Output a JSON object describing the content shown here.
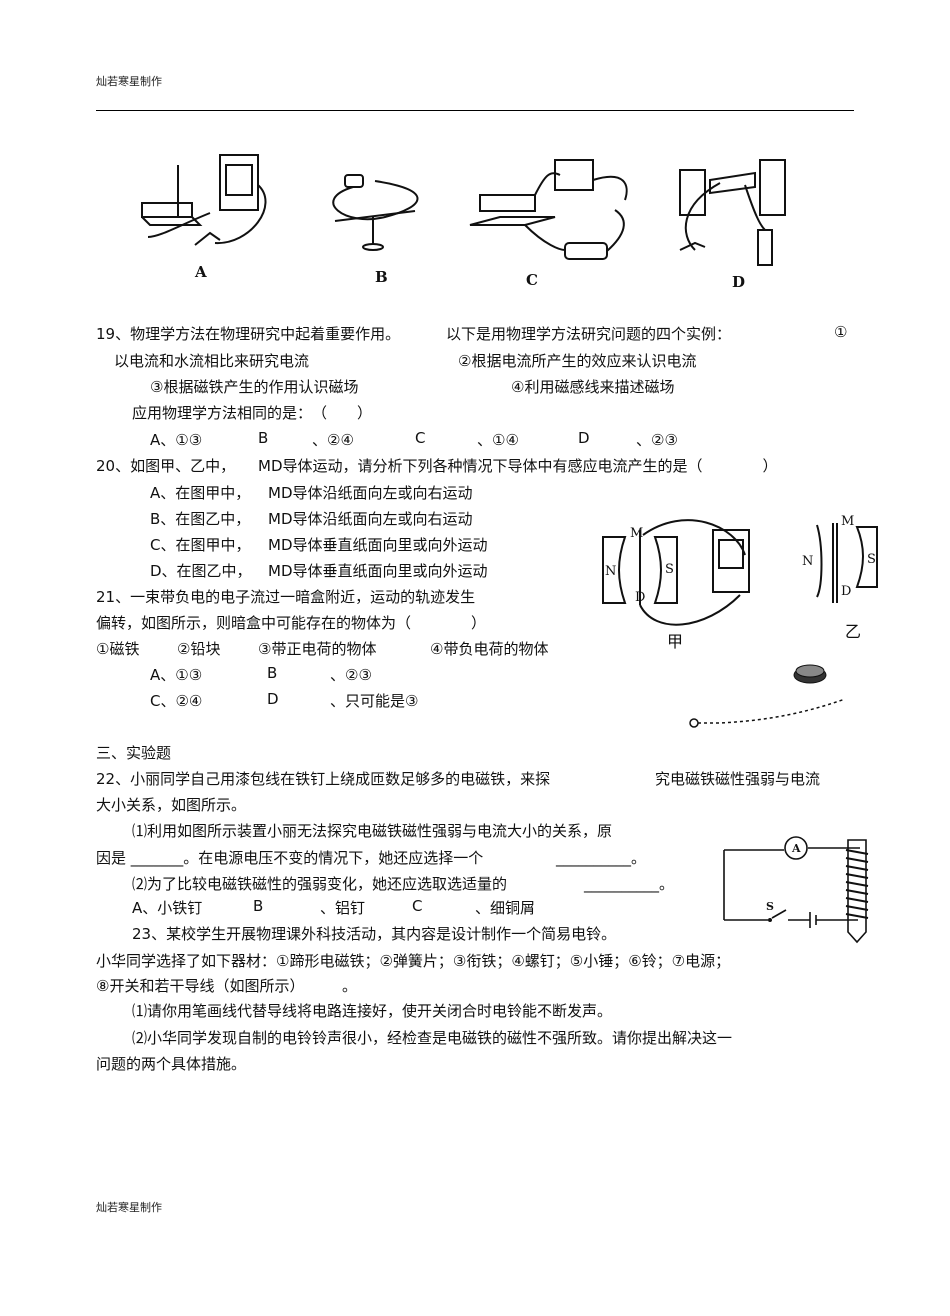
{
  "header": {
    "text": "灿若寒星制作"
  },
  "footer": {
    "text": "灿若寒星制作"
  },
  "figure_top": {
    "labels": [
      "A",
      "B",
      "C",
      "D"
    ]
  },
  "q19": {
    "stem": "19、物理学方法在物理研究中起着重要作用。",
    "stem2": "以下是用物理学方法研究问题的四个实例：",
    "mark1": "①",
    "item1": "以电流和水流相比来研究电流",
    "item2": "②根据电流所产生的效应来认识电流",
    "item3": "③根据磁铁产生的作用认识磁场",
    "item4": "④利用磁感线来描述磁场",
    "ask": "应用物理学方法相同的是：　（　　）",
    "optA": "A、①③",
    "optB1": "B",
    "optB2": "、②④",
    "optC1": "C",
    "optC2": "、①④",
    "optD1": "D",
    "optD2": "、②③"
  },
  "q20": {
    "stem": "20、如图甲、乙中，",
    "stem2": "MD导体运动，请分析下列各种情况下导体中有感应电流产生的是（　　　　）",
    "a1": "A、在图甲中，",
    "a2": "MD导体沿纸面向左或向右运动",
    "b1": "B、在图乙中，",
    "b2": "MD导体沿纸面向左或向右运动",
    "c1": "C、在图甲中，",
    "c2": "MD导体垂直纸面向里或向外运动",
    "d1": "D、在图乙中，",
    "d2": "MD导体垂直纸面向里或向外运动",
    "fig": {
      "jia": "甲",
      "yi": "乙",
      "N": "N",
      "S": "S",
      "M": "M",
      "D": "D"
    }
  },
  "q21": {
    "stem": "21、一束带负电的电子流过一暗盒附近，运动的轨迹发生",
    "stem2": "偏转，如图所示，则暗盒中可能存在的物体为（　　　　）",
    "items1": "①磁铁",
    "items2": "②铅块",
    "items3": "③带正电荷的物体",
    "items4": "④带负电荷的物体",
    "optA": "A、①③",
    "optB1": "B",
    "optB2": "、②③",
    "optC": "C、②④",
    "optD1": "D",
    "optD2": "、只可能是③"
  },
  "section3": {
    "title": "三、实验题"
  },
  "q22": {
    "stem_a": "22、小丽同学自己用漆包线在铁钉上绕成匝数足够多的电磁铁，来探",
    "stem_b": "究电磁铁磁性强弱与电流",
    "stem2": "大小关系，如图所示。",
    "p1": "⑴利用如图所示装置小丽无法探究电磁铁磁性强弱与电流大小的关系，原",
    "p1b": "因是 _______。在电源电压不变的情况下，她还应选择一个",
    "p1c": "__________。",
    "p2": "⑵为了比较电磁铁磁性的强弱变化，她还应选取选适量的",
    "p2b": "__________。",
    "optA": "A、小铁钉",
    "optB1": "B",
    "optB2": "、铝钉",
    "optC1": "C",
    "optC2": "、细铜屑",
    "fig": {
      "A": "A",
      "S": "S"
    }
  },
  "q23": {
    "stem": "23、某校学生开展物理课外科技活动，其内容是设计制作一个简易电铃。",
    "line2": "小华同学选择了如下器材：①蹄形电磁铁；②弹簧片；③衔铁；④螺钉；⑤小锤；⑥铃；⑦电源；",
    "line3": "⑧开关和若干导线（如图所示）",
    "line3b": "。",
    "p1": "⑴请你用笔画线代替导线将电路连接好，使开关闭合时电铃能不断发声。",
    "p2": "⑵小华同学发现自制的电铃铃声很小，经检查是电磁铁的磁性不强所致。请你提出解决这一",
    "p2b": "问题的两个具体措施。"
  }
}
